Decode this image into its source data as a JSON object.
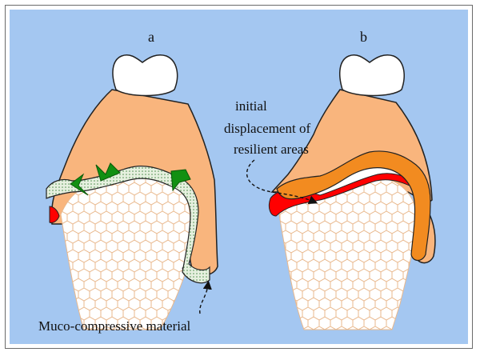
{
  "panels": {
    "a": {
      "label": "a"
    },
    "b": {
      "label": "b"
    }
  },
  "annotations": {
    "displacement": [
      "initial",
      "displacement of",
      "resilient areas"
    ],
    "material": "Muco-compressive  material"
  },
  "colors": {
    "background": "#a4c7f1",
    "crown": "#ffffff",
    "soft_tissue": "#f9b57d",
    "bone_fill": "#ffffff",
    "bone_mesh": "#e9b88c",
    "mucosa_red": "#ff0000",
    "denture_orange": "#f28b20",
    "material_fill": "#e6f0df",
    "material_dots": "#4f8f4f",
    "arrow_green": "#129012",
    "outline": "#222222"
  },
  "icons": {
    "pressure_arrow": "green-triangle-arrow-icon",
    "pointer_arrow": "dashed-curved-arrow-icon"
  }
}
